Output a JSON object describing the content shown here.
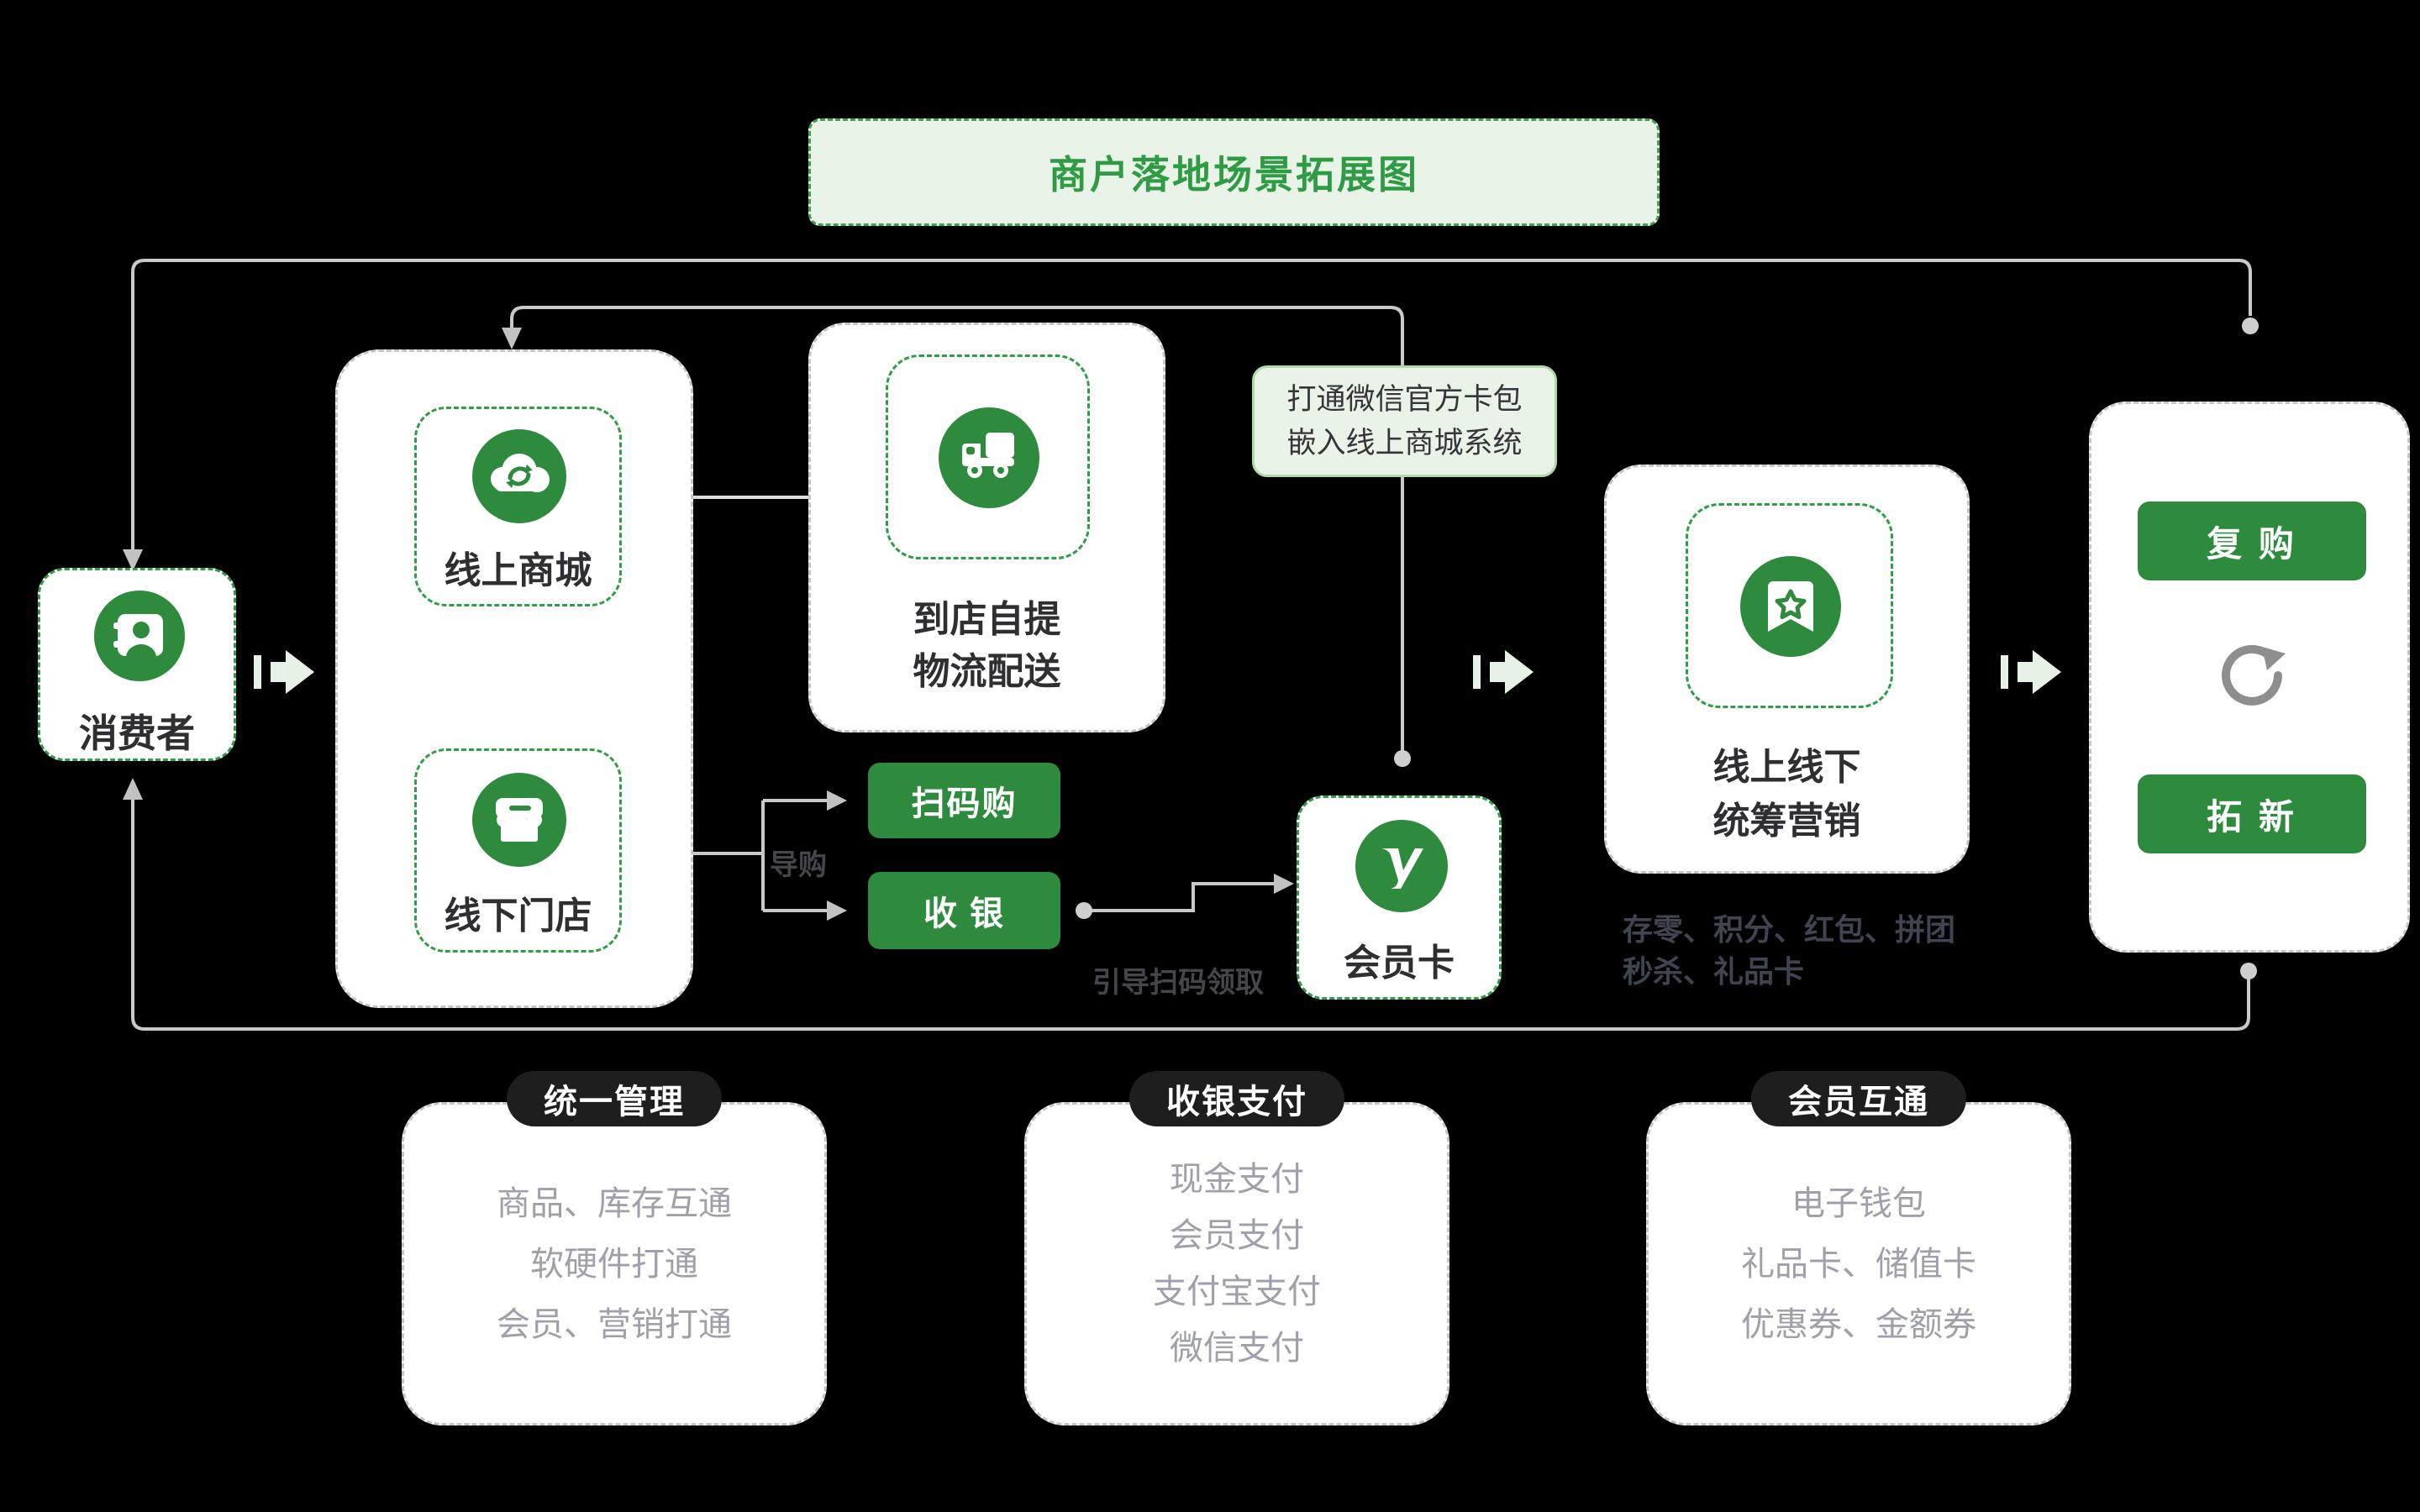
{
  "title": "商户落地场景拓展图",
  "nodes": {
    "consumer": {
      "label": "消费者"
    },
    "online_mall": {
      "label": "线上商城"
    },
    "offline_store": {
      "label": "线下门店"
    },
    "fulfillment": {
      "line1": "到店自提",
      "line2": "物流配送"
    },
    "scan_buy_button": {
      "label": "扫码购"
    },
    "cashier_button": {
      "label": "收 银"
    },
    "member_card": {
      "label": "会员卡"
    },
    "marketing": {
      "line1": "线上线下",
      "line2": "统筹营销"
    },
    "repurchase_button": {
      "label": "复 购"
    },
    "expand_new_button": {
      "label": "拓 新"
    }
  },
  "annotations": {
    "callout_line1": "打通微信官方卡包",
    "callout_line2": "嵌入线上商城系统",
    "guide": "导购",
    "guide_scan": "引导扫码领取",
    "marketing_tools_line1": "存零、积分、红包、拼团",
    "marketing_tools_line2": "秒杀、礼品卡"
  },
  "bottom_boxes": [
    {
      "header": "统一管理",
      "items": [
        "商品、库存互通",
        "软硬件打通",
        "会员、营销打通"
      ]
    },
    {
      "header": "收银支付",
      "items": [
        "现金支付",
        "会员支付",
        "支付宝支付",
        "微信支付"
      ]
    },
    {
      "header": "会员互通",
      "items": [
        "电子钱包",
        "礼品卡、储值卡",
        "优惠券、金额券"
      ]
    }
  ],
  "colors": {
    "primary_green": "#2e8b3e",
    "dash_green": "#2f9e44",
    "light_green_bg": "#e9f3e7",
    "block_arrow": "#e7f2e6",
    "connector_gray": "#c9c9c9",
    "dash_gray": "#c6c6c6",
    "muted_text": "#9fa0ab",
    "dark_text": "#2f2f33",
    "pill_bg": "#1e1e1e"
  }
}
